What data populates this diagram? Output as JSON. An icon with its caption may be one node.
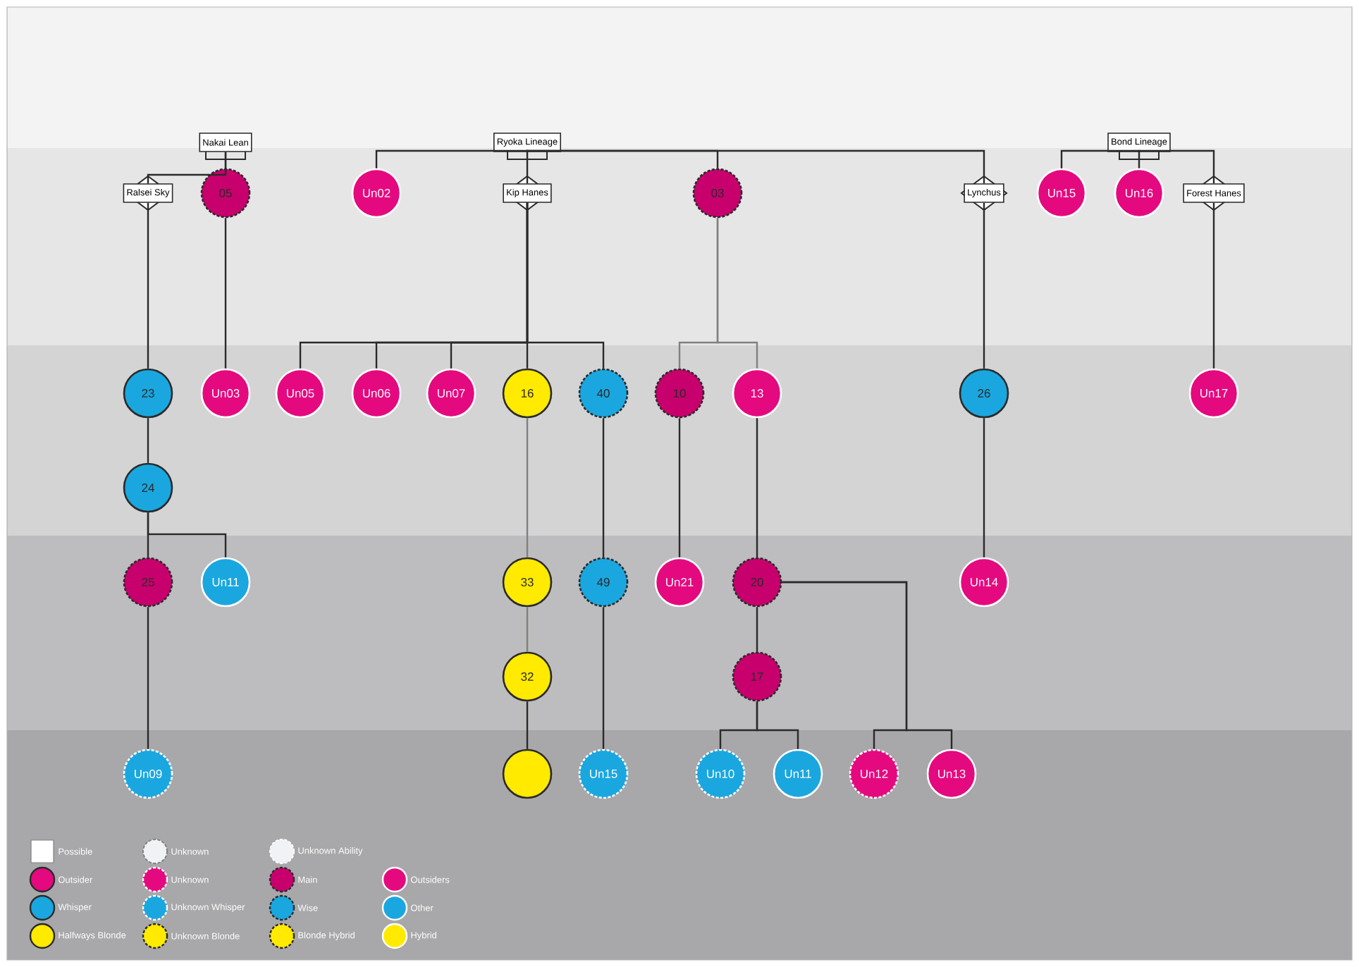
{
  "diagram": {
    "nodes": [
      {
        "text": [
          "Nakai Lean"
        ]
      },
      {
        "text": [
          "Ryoka Lineage"
        ]
      },
      {
        "text": [
          "Bond Lineage"
        ]
      },
      {
        "text": [
          "Ralsei Sky"
        ]
      },
      {
        "text": [
          "05"
        ]
      },
      {
        "text": [
          "Un02"
        ]
      },
      {
        "text": [
          "Kip Hanes"
        ]
      },
      {
        "text": [
          "03"
        ]
      },
      {
        "text": [
          "Lynchus"
        ]
      },
      {
        "text": [
          "Un15"
        ]
      },
      {
        "text": [
          "Un16"
        ]
      },
      {
        "text": [
          "Forest Hanes"
        ]
      },
      {
        "text": [
          "23"
        ]
      },
      {
        "text": [
          "Un03"
        ]
      },
      {
        "text": [
          "Un05"
        ]
      },
      {
        "text": [
          "Un06"
        ]
      },
      {
        "text": [
          "Un07"
        ]
      },
      {
        "text": [
          "16"
        ]
      },
      {
        "text": [
          "40"
        ]
      },
      {
        "text": [
          "10"
        ]
      },
      {
        "text": [
          "13"
        ]
      },
      {
        "text": [
          "26"
        ]
      },
      {
        "text": [
          "Un17"
        ]
      },
      {
        "text": [
          "24"
        ]
      },
      {
        "text": [
          "25"
        ]
      },
      {
        "text": [
          "Un11"
        ]
      },
      {
        "text": [
          "33"
        ]
      },
      {
        "text": [
          "49"
        ]
      },
      {
        "text": [
          "Un21"
        ]
      },
      {
        "text": [
          "20"
        ]
      },
      {
        "text": [
          "Un14"
        ]
      },
      {
        "text": [
          "32"
        ]
      },
      {
        "text": [
          "17"
        ]
      },
      {
        "text": [
          "Un09"
        ]
      },
      {
        "text": [],
        "shape": "circle"
      },
      {
        "text": [
          "Un15"
        ]
      },
      {
        "text": [
          "Un10"
        ]
      },
      {
        "text": [
          "Un11"
        ]
      },
      {
        "text": [
          "Un12"
        ]
      },
      {
        "text": [
          "Un13"
        ]
      }
    ],
    "edges": [
      {
        "from": 0,
        "to": 3,
        "arrow": "none"
      },
      {
        "from": 0,
        "to": 4,
        "arrow": "none"
      },
      {
        "from": 1,
        "to": 5,
        "arrow": "none"
      },
      {
        "from": 1,
        "to": 6,
        "arrow": "none"
      },
      {
        "from": 1,
        "to": 7,
        "arrow": "none"
      },
      {
        "from": 1,
        "to": 8,
        "arrow": "none"
      },
      {
        "from": 2,
        "to": 9,
        "arrow": "none"
      },
      {
        "from": 2,
        "to": 10,
        "arrow": "none"
      },
      {
        "from": 2,
        "to": 11,
        "arrow": "none"
      },
      {
        "from": 3,
        "to": 12,
        "arrow": "none"
      },
      {
        "from": 4,
        "to": 13,
        "arrow": "none"
      },
      {
        "from": 6,
        "to": 14,
        "arrow": "none"
      },
      {
        "from": 6,
        "to": 15,
        "arrow": "none"
      },
      {
        "from": 6,
        "to": 16,
        "arrow": "none"
      },
      {
        "from": 6,
        "to": 17,
        "arrow": "none"
      },
      {
        "from": 6,
        "to": 18,
        "arrow": "none"
      },
      {
        "from": 7,
        "to": 19,
        "arrow": "none",
        "color": "#808080"
      },
      {
        "from": 7,
        "to": 20,
        "arrow": "none",
        "color": "#808080"
      },
      {
        "from": 8,
        "to": 21,
        "arrow": "none"
      },
      {
        "from": 11,
        "to": 22,
        "arrow": "none"
      },
      {
        "from": 21,
        "to": 30,
        "arrow": "none"
      },
      {
        "from": 12,
        "to": 23,
        "arrow": "none"
      },
      {
        "from": 23,
        "to": 24,
        "arrow": "none"
      },
      {
        "from": 23,
        "to": 25,
        "arrow": "none"
      },
      {
        "from": 17,
        "to": 26,
        "arrow": "none",
        "color": "#808080"
      },
      {
        "from": 18,
        "to": 27,
        "arrow": "none"
      },
      {
        "from": 19,
        "to": 28,
        "arrow": "none"
      },
      {
        "from": 20,
        "to": 29,
        "arrow": "none"
      },
      {
        "from": 26,
        "to": 31,
        "arrow": "none",
        "color": "#808080"
      },
      {
        "from": 29,
        "to": 32,
        "arrow": "none"
      },
      {
        "from": 29,
        "to": 38,
        "arrow": "none"
      },
      {
        "from": 29,
        "to": 39,
        "arrow": "none"
      },
      {
        "from": 31,
        "to": 34,
        "arrow": "none"
      },
      {
        "from": 27,
        "to": 35,
        "arrow": "none"
      },
      {
        "from": 24,
        "to": 33,
        "arrow": "none"
      },
      {
        "from": 32,
        "to": 36,
        "arrow": "none"
      },
      {
        "from": 32,
        "to": 37,
        "arrow": "none"
      }
    ],
    "legend": [
      {
        "text": "Possible",
        "color": "#ffffff"
      },
      {
        "text": "Unknown",
        "color": "#f0f2f5"
      },
      {
        "text": "Unknown Ability",
        "color": "#f0f2f5"
      },
      {
        "text": "Outsider",
        "color": "#e5097f"
      },
      {
        "text": "Unknown",
        "color": "#e5097f"
      },
      {
        "text": "Main",
        "color": "#c8006e"
      },
      {
        "text": "Outsiders",
        "color": "#e5097f"
      },
      {
        "text": "Whisper",
        "color": "#1aa7df"
      },
      {
        "text": "Unknown Whisper",
        "color": "#1aa7df"
      },
      {
        "text": "Wise",
        "color": "#1aa7df"
      },
      {
        "text": "Other",
        "color": "#1aa7df"
      },
      {
        "text": "Halfways Blonde",
        "color": "#ffea00"
      },
      {
        "text": "Unknown Blonde",
        "color": "#ffea00"
      },
      {
        "text": "Blonde Hybrid",
        "color": "#ffea00"
      },
      {
        "text": "Hybrid",
        "color": "#ffea00"
      }
    ]
  }
}
